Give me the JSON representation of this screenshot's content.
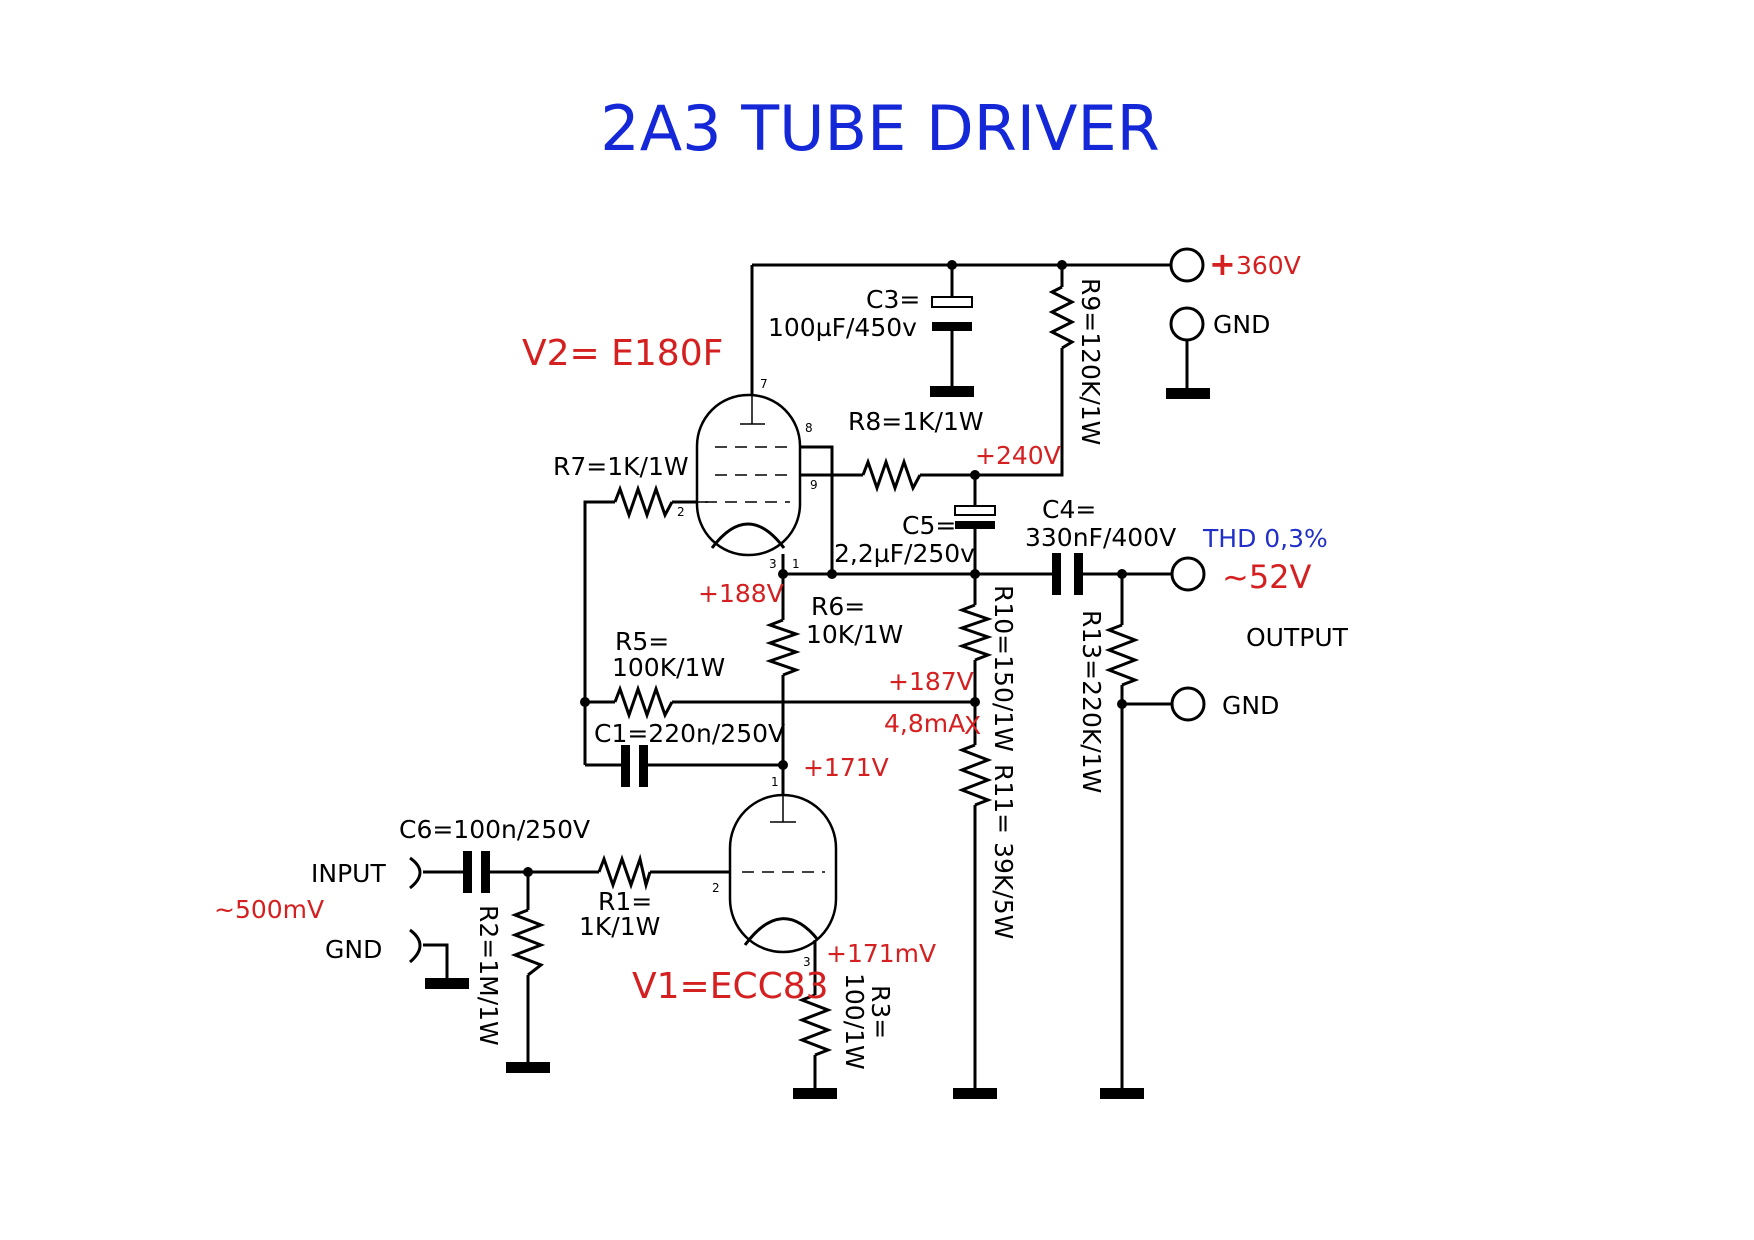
{
  "title": "2A3 TUBE DRIVER",
  "tubes": {
    "v2": "V2= E180F",
    "v1": "V1=ECC83"
  },
  "pins": {
    "v2_p7": "7",
    "v2_p8": "8",
    "v2_p9": "9",
    "v2_p2": "2",
    "v2_p3": "3",
    "v2_p1": "1",
    "v1_p1": "1",
    "v1_p2": "2",
    "v1_p3": "3"
  },
  "components": {
    "c3_a": "C3=",
    "c3_b": "100µF/450v",
    "r9": "R9=120K/1W",
    "r8": "R8=1K/1W",
    "r7": "R7=1K/1W",
    "c5_a": "C5=",
    "c5_b": "2,2µF/250v",
    "c4_a": "C4=",
    "c4_b": "330nF/400V",
    "r6_a": "R6=",
    "r6_b": "10K/1W",
    "r5_a": "R5=",
    "r5_b": "100K/1W",
    "c1": "C1=220n/250V",
    "r10": "R10=150/1W",
    "r11": "R11= 39K/5W",
    "r13": "R13=220K/1W",
    "c6": "C6=100n/250V",
    "r1_a": "R1=",
    "r1_b": "1K/1W",
    "r2": "R2=1M/1W",
    "r3_a": "R3=",
    "r3_b": "100/1W"
  },
  "voltages": {
    "supply": "360V",
    "supply_sign": "+",
    "v240": "+240V",
    "v188": "+188V",
    "v187": "+187V",
    "current": "4,8mA",
    "current_mark": "X",
    "v171": "+171V",
    "v171m": "+171mV",
    "out": "~52V",
    "in": "~500mV"
  },
  "terminals": {
    "gnd_supply": "GND",
    "thd": "THD 0,3%",
    "output": "OUTPUT",
    "gnd_output": "GND",
    "input": "INPUT",
    "gnd_input": "GND"
  },
  "colors": {
    "title": "#1428d8",
    "annotation_red": "#d42020",
    "annotation_blue": "#2030c8"
  }
}
